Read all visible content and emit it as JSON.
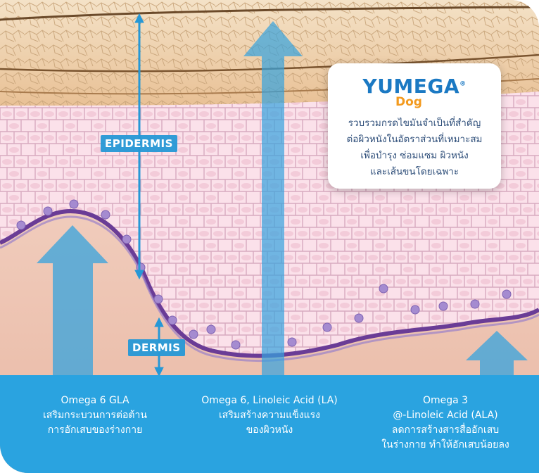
{
  "labels": {
    "epidermis": "EPIDERMIS",
    "dermis": "DERMIS"
  },
  "card": {
    "brand": "YUMEGA",
    "brand_mark": "®",
    "brand_sub": "Dog",
    "lines": [
      "รวบรวมกรดไขมันจำเป็นที่สำคัญ",
      "ต่อผิวหนังในอัตราส่วนที่เหมาะสม",
      "เพื่อบำรุง ซ่อมแซม ผิวหนัง",
      "และเส้นขนโดยเฉพาะ"
    ]
  },
  "omega": {
    "left": {
      "title": "Omega 6 GLA",
      "lines": [
        "เสริมกระบวนการต่อต้าน",
        "การอักเสบของร่างกาย"
      ]
    },
    "middle": {
      "title": "Omega 6, Linoleic Acid (LA)",
      "lines": [
        "เสริมสร้างความแข็งแรง",
        "ของผิวหนัง"
      ]
    },
    "right": {
      "title": "Omega 3",
      "lines": [
        "@-Linoleic Acid (ALA)",
        "ลดการสร้างสารสื่ออักเสบ",
        "ในร่างกาย ทำให้อักเสบน้อยลง"
      ]
    }
  },
  "colors": {
    "band": "#2aa3e0",
    "arrow": "#35a3de",
    "brand": "#1b79c3",
    "brand_sub": "#f39a1e",
    "membrane": "#6a3c96",
    "cell_fill": "#fbe1ea",
    "nucleus": "#a58bd0"
  }
}
